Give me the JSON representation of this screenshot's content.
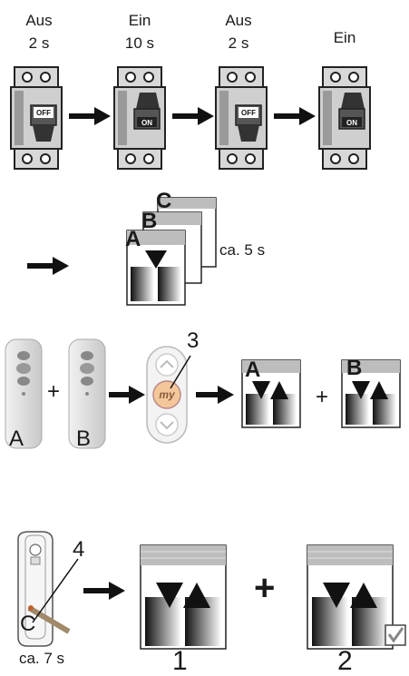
{
  "steps": [
    {
      "state": "Aus",
      "duration": "2 s",
      "switch": "OFF"
    },
    {
      "state": "Ein",
      "duration": "10 s",
      "switch": "ON"
    },
    {
      "state": "Aus",
      "duration": "2 s",
      "switch": "OFF"
    },
    {
      "state": "Ein",
      "duration": "",
      "switch": "ON"
    }
  ],
  "group_row": {
    "labels": [
      "C",
      "B",
      "A"
    ],
    "duration": "ca. 5 s"
  },
  "pairing_row": {
    "remote_a": "A",
    "remote_b": "B",
    "plus": "+",
    "my_button": "my",
    "callout": "3",
    "blind_a": "A",
    "blind_b": "B"
  },
  "final_row": {
    "callout": "4",
    "contact_label": "C",
    "duration": "ca. 7 s",
    "plus": "+",
    "blind_1": "1",
    "blind_2": "2"
  },
  "colors": {
    "ink": "#1a1a1a",
    "breaker_body": "#cfcfcf",
    "shade": "#bdbdbd"
  }
}
